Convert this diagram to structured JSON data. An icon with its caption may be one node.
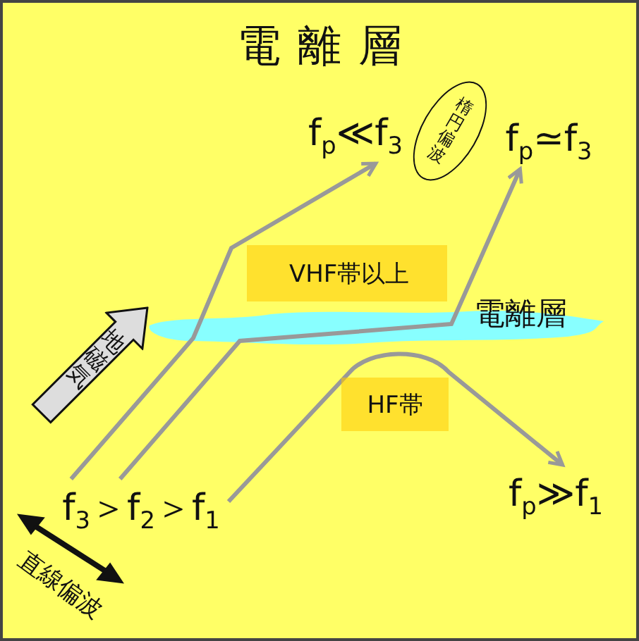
{
  "diagram": {
    "title": "電離層",
    "nodes": [
      {
        "text": [
          "f$_{3}$＞f$_{2}$＞f$_{1}$"
        ]
      },
      {
        "text": [
          "f$_{p}$≪f$_{3}$"
        ]
      },
      {
        "text": [
          "楕円偏波"
        ]
      },
      {
        "text": [
          "f$_{p}$≃f$_{3}$"
        ]
      },
      {
        "text": [
          "VHF帯以上"
        ]
      },
      {
        "text": [
          "HF帯"
        ]
      },
      {
        "text": [
          "f$_{p}$≫f$_{1}$"
        ]
      },
      {
        "text": [
          "地磁気"
        ]
      }
    ],
    "edges": [
      {
        "from": 0,
        "to": 1,
        "arrow": "to"
      },
      {
        "from": 0,
        "to": 3,
        "arrow": "to"
      },
      {
        "from": 0,
        "to": 6,
        "arrow": "to"
      }
    ],
    "labels": [
      "電離層",
      "直線偏波"
    ]
  }
}
